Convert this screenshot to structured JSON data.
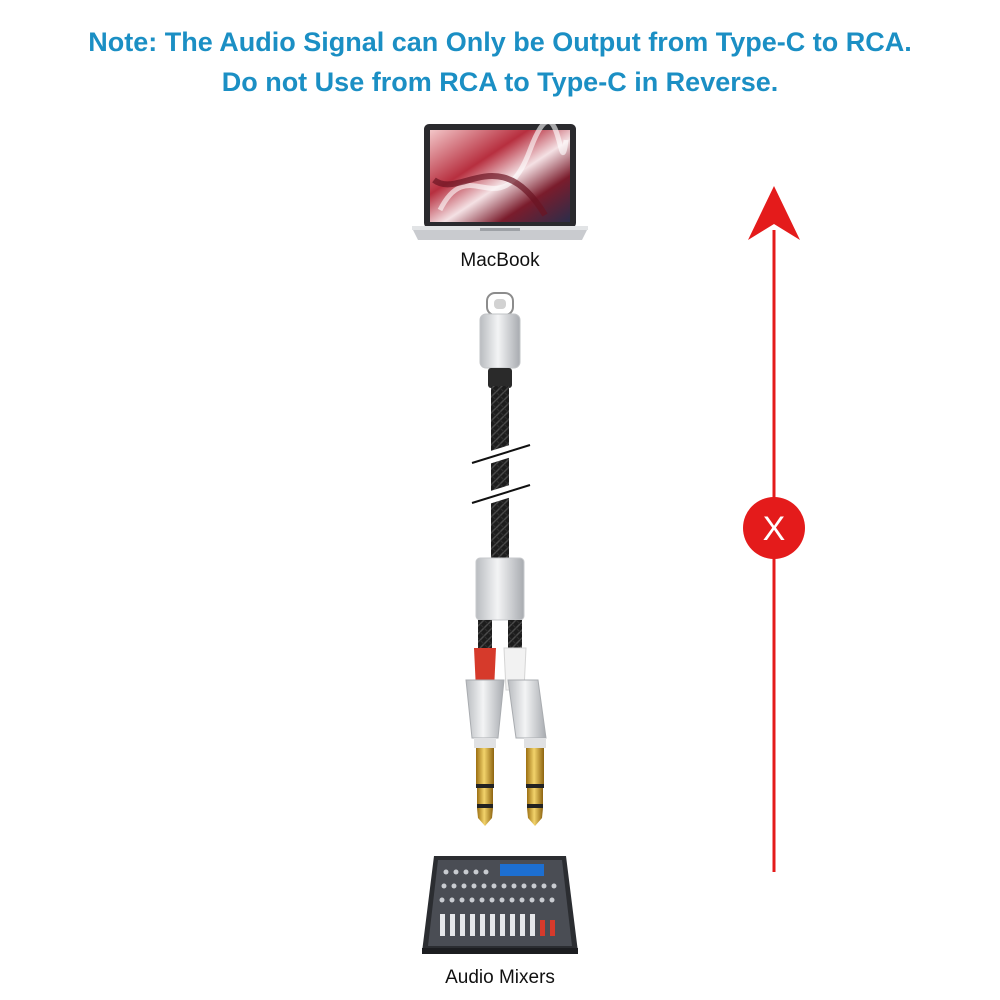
{
  "note": {
    "line1": "Note: The Audio Signal can Only be Output from Type-C to RCA.",
    "line2": "Do not Use from RCA to Type-C in Reverse."
  },
  "devices": {
    "laptop_label": "MacBook",
    "mixer_label": "Audio Mixers"
  },
  "arrow": {
    "mark": "X",
    "color": "#e41b1b"
  },
  "colors": {
    "note_text": "#1b8fc4",
    "cable": "#1c1c1c",
    "plug_red_ring": "#d63a2b",
    "plug_gold": "#d4a32a"
  }
}
